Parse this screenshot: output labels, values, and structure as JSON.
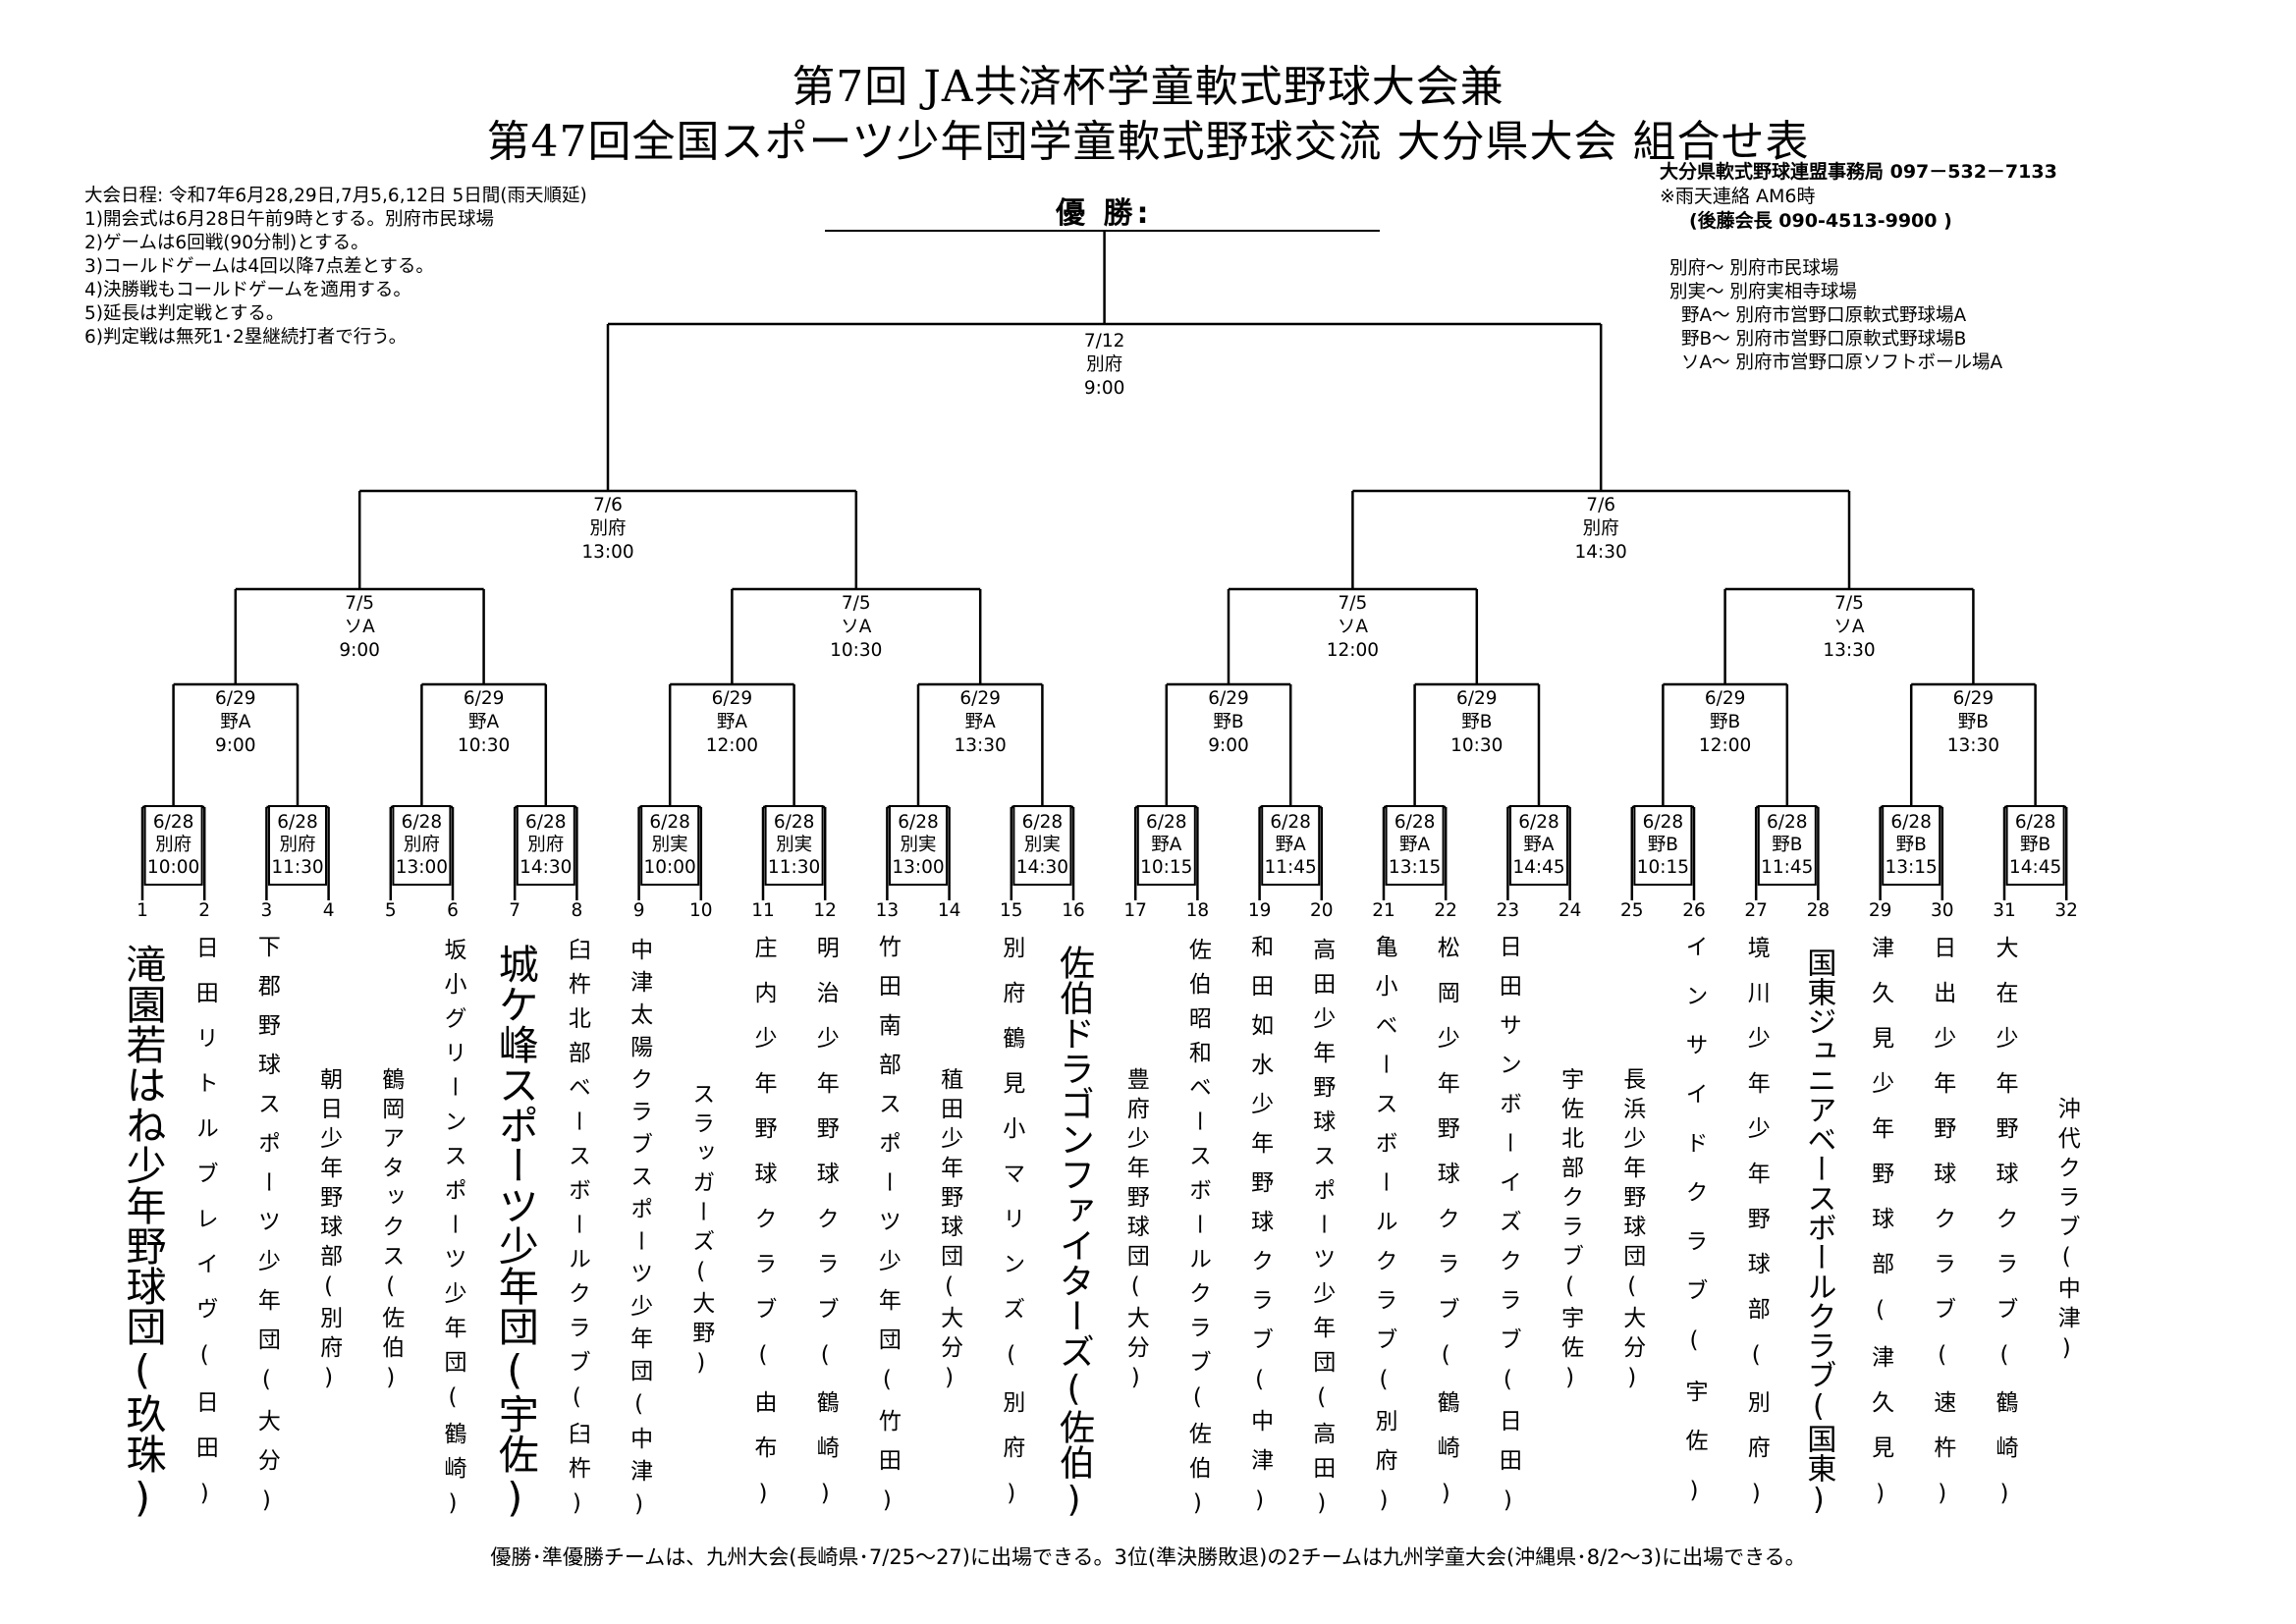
{
  "header": {
    "title_line1": "第7回 JA共済杯学童軟式野球大会兼",
    "title_line2": "第47回全国スポーツ少年団学童軟式野球交流 大分県大会 組合せ表"
  },
  "rules": [
    "大会日程: 令和7年6月28,29日,7月5,6,12日 5日間(雨天順延)",
    "1)開会式は6月28日午前9時とする。別府市民球場",
    "2)ゲームは6回戦(90分制)とする。",
    "3)コールドゲームは4回以降7点差とする。",
    "4)決勝戦もコールドゲームを適用する。",
    "5)延長は判定戦とする。",
    "6)判定戦は無死1･2塁継続打者で行う。"
  ],
  "contact": {
    "office": "大分県軟式野球連盟事務局 097－532－7133",
    "rain": "※雨天連絡 AM6時",
    "person": "(後藤会長 090-4513-9900 )"
  },
  "venues": [
    "別府～ 別府市民球場",
    "別実～ 別府実相寺球場",
    "野A～ 別府市営野口原軟式野球場A",
    "野B～ 別府市営野口原軟式野球場B",
    "ソA～ 別府市営野口原ソフトボール場A"
  ],
  "winner_label": "優 勝:",
  "final": {
    "date": "7/12",
    "venue": "別府",
    "time": "9:00"
  },
  "semifinals": [
    {
      "date": "7/6",
      "venue": "別府",
      "time": "13:00"
    },
    {
      "date": "7/6",
      "venue": "別府",
      "time": "14:30"
    }
  ],
  "quarterfinals": [
    {
      "date": "7/5",
      "venue": "ソA",
      "time": "9:00"
    },
    {
      "date": "7/5",
      "venue": "ソA",
      "time": "10:30"
    },
    {
      "date": "7/5",
      "venue": "ソA",
      "time": "12:00"
    },
    {
      "date": "7/5",
      "venue": "ソA",
      "time": "13:30"
    }
  ],
  "round2": [
    {
      "date": "6/29",
      "venue": "野A",
      "time": "9:00"
    },
    {
      "date": "6/29",
      "venue": "野A",
      "time": "10:30"
    },
    {
      "date": "6/29",
      "venue": "野A",
      "time": "12:00"
    },
    {
      "date": "6/29",
      "venue": "野A",
      "time": "13:30"
    },
    {
      "date": "6/29",
      "venue": "野B",
      "time": "9:00"
    },
    {
      "date": "6/29",
      "venue": "野B",
      "time": "10:30"
    },
    {
      "date": "6/29",
      "venue": "野B",
      "time": "12:00"
    },
    {
      "date": "6/29",
      "venue": "野B",
      "time": "13:30"
    }
  ],
  "round1": [
    {
      "date": "6/28",
      "venue": "別府",
      "time": "10:00"
    },
    {
      "date": "6/28",
      "venue": "別府",
      "time": "11:30"
    },
    {
      "date": "6/28",
      "venue": "別府",
      "time": "13:00"
    },
    {
      "date": "6/28",
      "venue": "別府",
      "time": "14:30"
    },
    {
      "date": "6/28",
      "venue": "別実",
      "time": "10:00"
    },
    {
      "date": "6/28",
      "venue": "別実",
      "time": "11:30"
    },
    {
      "date": "6/28",
      "venue": "別実",
      "time": "13:00"
    },
    {
      "date": "6/28",
      "venue": "別実",
      "time": "14:30"
    },
    {
      "date": "6/28",
      "venue": "野A",
      "time": "10:15"
    },
    {
      "date": "6/28",
      "venue": "野A",
      "time": "11:45"
    },
    {
      "date": "6/28",
      "venue": "野A",
      "time": "13:15"
    },
    {
      "date": "6/28",
      "venue": "野A",
      "time": "14:45"
    },
    {
      "date": "6/28",
      "venue": "野B",
      "time": "10:15"
    },
    {
      "date": "6/28",
      "venue": "野B",
      "time": "11:45"
    },
    {
      "date": "6/28",
      "venue": "野B",
      "time": "13:15"
    },
    {
      "date": "6/28",
      "venue": "野B",
      "time": "14:45"
    }
  ],
  "teams": [
    {
      "no": "1",
      "name": "滝園若はね少年野球団",
      "area": "(玖珠)"
    },
    {
      "no": "2",
      "name": "日田リトルブレイヴ",
      "area": "(日田)"
    },
    {
      "no": "3",
      "name": "下郡野球スポーツ少年団",
      "area": "(大分)"
    },
    {
      "no": "4",
      "name": "朝日少年野球部",
      "area": "(別府)"
    },
    {
      "no": "5",
      "name": "鶴岡アタックス",
      "area": "(佐伯)"
    },
    {
      "no": "6",
      "name": "坂小グリーンスポーツ少年団",
      "area": "(鶴崎)"
    },
    {
      "no": "7",
      "name": "城ケ峰スポーツ少年団",
      "area": "(宇佐)"
    },
    {
      "no": "8",
      "name": "臼杵北部ベースボールクラブ",
      "area": "(臼杵)"
    },
    {
      "no": "9",
      "name": "中津太陽クラブスポーツ少年団",
      "area": "(中津)"
    },
    {
      "no": "10",
      "name": "スラッガーズ",
      "area": "(大野)"
    },
    {
      "no": "11",
      "name": "庄内少年野球クラブ",
      "area": "(由布)"
    },
    {
      "no": "12",
      "name": "明治少年野球クラブ",
      "area": "(鶴崎)"
    },
    {
      "no": "13",
      "name": "竹田南部スポーツ少年団",
      "area": "(竹田)"
    },
    {
      "no": "14",
      "name": "稙田少年野球団",
      "area": "(大分)"
    },
    {
      "no": "15",
      "name": "別府鶴見小マリンズ",
      "area": "(別府)"
    },
    {
      "no": "16",
      "name": "佐伯ドラゴンファイターズ",
      "area": "(佐伯)"
    },
    {
      "no": "17",
      "name": "豊府少年野球団",
      "area": "(大分)"
    },
    {
      "no": "18",
      "name": "佐伯昭和ベースボールクラブ",
      "area": "(佐伯)"
    },
    {
      "no": "19",
      "name": "和田如水少年野球クラブ",
      "area": "(中津)"
    },
    {
      "no": "20",
      "name": "高田少年野球スポーツ少年団",
      "area": "(高田)"
    },
    {
      "no": "21",
      "name": "亀小ベースボールクラブ",
      "area": "(別府)"
    },
    {
      "no": "22",
      "name": "松岡少年野球クラブ",
      "area": "(鶴崎)"
    },
    {
      "no": "23",
      "name": "日田サンボーイズクラブ",
      "area": "(日田)"
    },
    {
      "no": "24",
      "name": "宇佐北部クラブ",
      "area": "(宇佐)"
    },
    {
      "no": "25",
      "name": "長浜少年野球団",
      "area": "(大分)"
    },
    {
      "no": "26",
      "name": "インサイドクラブ",
      "area": "(宇佐)"
    },
    {
      "no": "27",
      "name": "境川少年少年野球部",
      "area": "(別府)"
    },
    {
      "no": "28",
      "name": "国東ジュニアベースボールクラブ",
      "area": "(国東)"
    },
    {
      "no": "29",
      "name": "津久見少年野球部",
      "area": "(津久見)"
    },
    {
      "no": "30",
      "name": "日出少年野球クラブ",
      "area": "(速杵)"
    },
    {
      "no": "31",
      "name": "大在少年野球クラブ",
      "area": "(鶴崎)"
    },
    {
      "no": "32",
      "name": "沖代クラブ",
      "area": "(中津)"
    }
  ],
  "footer": "優勝･準優勝チームは、九州大会(長崎県･7/25～27)に出場できる。3位(準決勝敗退)の2チームは九州学童大会(沖縄県･8/2～3)に出場できる。"
}
